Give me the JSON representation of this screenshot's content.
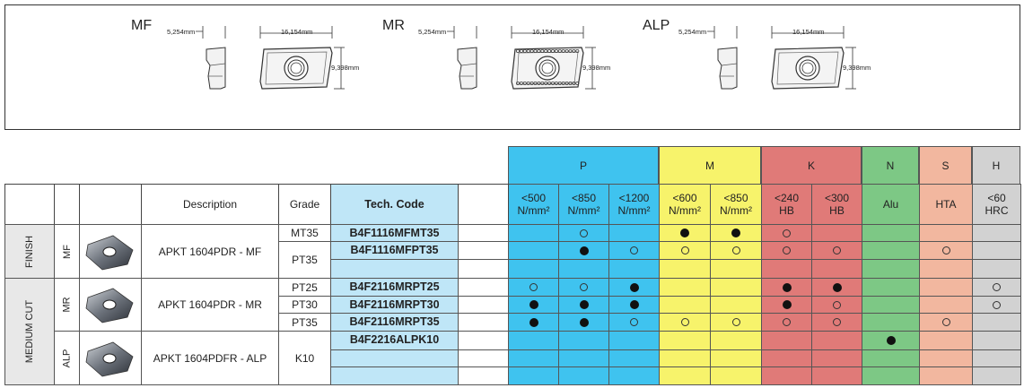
{
  "top": {
    "variants": [
      {
        "label": "MF",
        "side": "5,254mm",
        "width": "16,154mm",
        "height": "9,398mm"
      },
      {
        "label": "MR",
        "side": "5,254mm",
        "width": "16,154mm",
        "height": "9,398mm"
      },
      {
        "label": "ALP",
        "side": "5,254mm",
        "width": "16,154mm",
        "height": "9,398mm"
      }
    ]
  },
  "materials": {
    "groups": [
      {
        "label": "P",
        "color": "#3fc3ef"
      },
      {
        "label": "M",
        "color": "#f7f36b"
      },
      {
        "label": "K",
        "color": "#e07a78"
      },
      {
        "label": "N",
        "color": "#7dc885"
      },
      {
        "label": "S",
        "color": "#f2b79f"
      },
      {
        "label": "H",
        "color": "#d2d2d2"
      }
    ],
    "subs": [
      {
        "line1": "<500",
        "line2": "N/mm²",
        "group": 0
      },
      {
        "line1": "<850",
        "line2": "N/mm²",
        "group": 0
      },
      {
        "line1": "<1200",
        "line2": "N/mm²",
        "group": 0
      },
      {
        "line1": "<600",
        "line2": "N/mm²",
        "group": 1
      },
      {
        "line1": "<850",
        "line2": "N/mm²",
        "group": 1
      },
      {
        "line1": "<240",
        "line2": "HB",
        "group": 2
      },
      {
        "line1": "<300",
        "line2": "HB",
        "group": 2
      },
      {
        "line1": "Alu",
        "line2": "",
        "group": 3
      },
      {
        "line1": "HTA",
        "line2": "",
        "group": 4
      },
      {
        "line1": "<60",
        "line2": "HRC",
        "group": 5
      }
    ]
  },
  "table": {
    "headers": {
      "description": "Description",
      "grade": "Grade",
      "code": "Tech. Code"
    },
    "sections": [
      {
        "category": "FINISH",
        "geometry": "MF",
        "description": "APKT 1604PDR - MF"
      },
      {
        "category": "MEDIUM CUT",
        "geometry": "MR",
        "description": "APKT 1604PDR - MR"
      },
      {
        "geometry": "ALP",
        "description": "APKT 1604PDFR - ALP"
      }
    ],
    "rows": [
      {
        "grade": "MT35",
        "code": "B4F1116MFMT35",
        "marks": [
          "",
          "o",
          "",
          "f",
          "f",
          "o",
          "",
          "",
          "",
          ""
        ]
      },
      {
        "grade": "PT35",
        "code": "B4F1116MFPT35",
        "marks": [
          "",
          "f",
          "o",
          "o",
          "o",
          "o",
          "o",
          "",
          "o",
          ""
        ]
      },
      {
        "grade": "",
        "code": "",
        "marks": [
          "",
          "",
          "",
          "",
          "",
          "",
          "",
          "",
          "",
          ""
        ]
      },
      {
        "grade": "PT25",
        "code": "B4F2116MRPT25",
        "marks": [
          "o",
          "o",
          "f",
          "",
          "",
          "f",
          "f",
          "",
          "",
          "o"
        ]
      },
      {
        "grade": "PT30",
        "code": "B4F2116MRPT30",
        "marks": [
          "f",
          "f",
          "f",
          "",
          "",
          "f",
          "o",
          "",
          "",
          "o"
        ]
      },
      {
        "grade": "PT35",
        "code": "B4F2116MRPT35",
        "marks": [
          "f",
          "f",
          "o",
          "o",
          "o",
          "o",
          "o",
          "",
          "o",
          ""
        ]
      },
      {
        "grade": "K10",
        "code": "B4F2216ALPK10",
        "marks": [
          "",
          "",
          "",
          "",
          "",
          "",
          "",
          "f",
          "",
          ""
        ]
      },
      {
        "grade": "",
        "code": "",
        "marks": [
          "",
          "",
          "",
          "",
          "",
          "",
          "",
          "",
          "",
          ""
        ]
      },
      {
        "grade": "",
        "code": "",
        "marks": [
          "",
          "",
          "",
          "",
          "",
          "",
          "",
          "",
          "",
          ""
        ]
      }
    ]
  }
}
